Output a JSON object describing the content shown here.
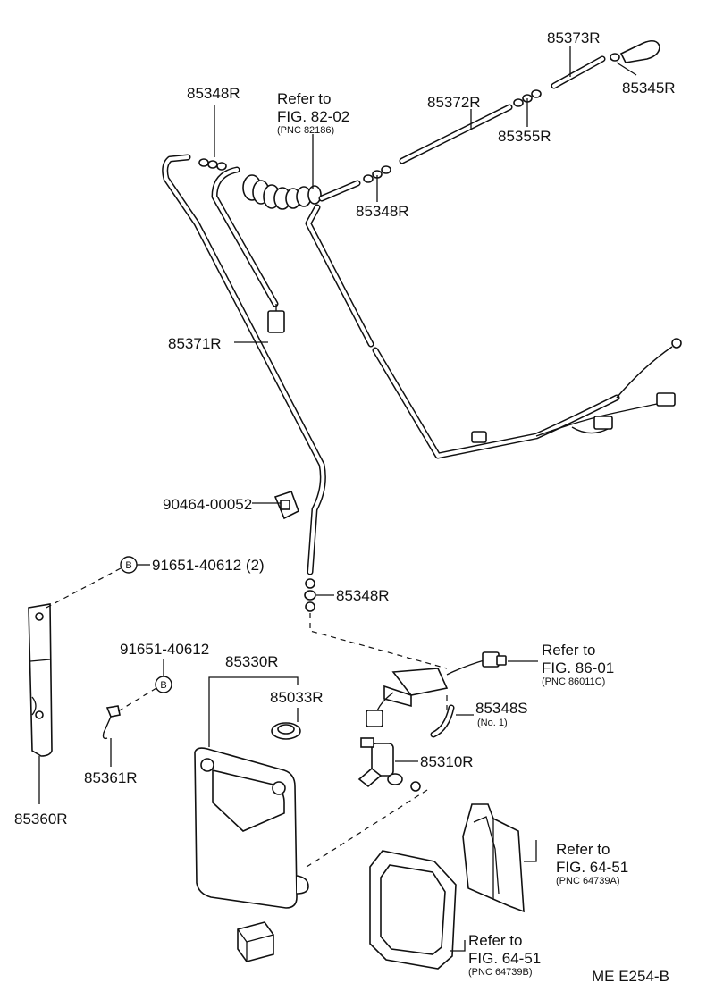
{
  "labels": {
    "p85373R": "85373R",
    "p85345R": "85345R",
    "p85372R": "85372R",
    "p85355R": "85355R",
    "p85348R_top": "85348R",
    "p85348R_mid": "85348R",
    "p85348R_low": "85348R",
    "p85371R": "85371R",
    "p90464": "90464-00052",
    "p91651_2": "91651-40612 (2)",
    "p91651": "91651-40612",
    "p85330R": "85330R",
    "p85033R": "85033R",
    "p85348S": "85348S",
    "p85348S_note": "(No. 1)",
    "p85310R": "85310R",
    "p85361R": "85361R",
    "p85360R": "85360R",
    "bolt_symbol": "B",
    "corner_code": "ME  E254-B"
  },
  "refs": {
    "ref1": {
      "line1": "Refer to",
      "line2": "FIG. 82-02",
      "pnc": "(PNC 82186)"
    },
    "ref2": {
      "line1": "Refer to",
      "line2": "FIG. 86-01",
      "pnc": "(PNC 86011C)"
    },
    "ref3": {
      "line1": "Refer to",
      "line2": "FIG. 64-51",
      "pnc": "(PNC 64739A)"
    },
    "ref4": {
      "line1": "Refer to",
      "line2": "FIG. 64-51",
      "pnc": "(PNC 64739B)"
    }
  }
}
